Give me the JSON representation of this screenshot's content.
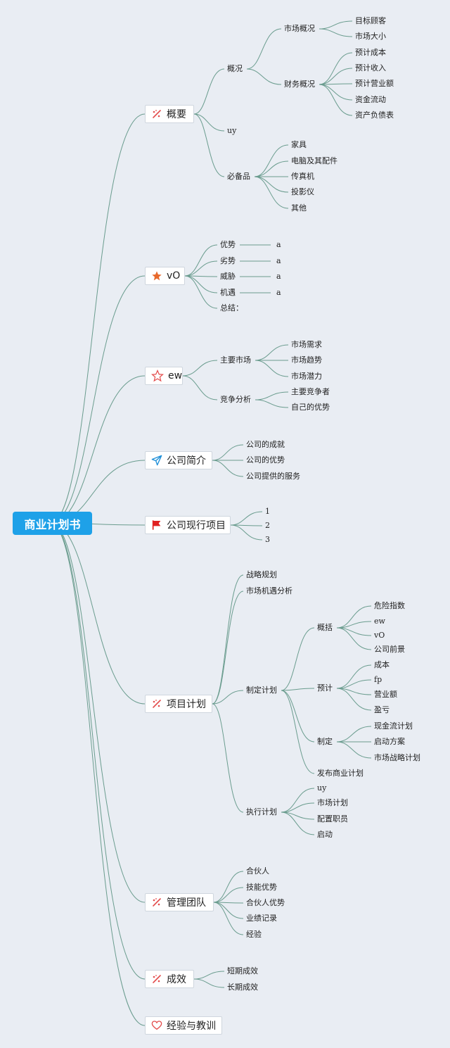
{
  "root": "商业计划书",
  "branches": [
    {
      "label": "概要",
      "icon": "sparkle-icon",
      "children": [
        {
          "label": "概况",
          "children": [
            {
              "label": "市场概况",
              "children": [
                {
                  "label": "目标顾客"
                },
                {
                  "label": "市场大小"
                }
              ]
            },
            {
              "label": "财务概况",
              "children": [
                {
                  "label": "预计成本"
                },
                {
                  "label": "预计收入"
                },
                {
                  "label": "预计营业额"
                },
                {
                  "label": "资金流动"
                },
                {
                  "label": "资产负债表"
                }
              ]
            }
          ]
        },
        {
          "label": "uy"
        },
        {
          "label": "必备品",
          "children": [
            {
              "label": "家具"
            },
            {
              "label": "电脑及其配件"
            },
            {
              "label": "传真机"
            },
            {
              "label": "投影仪"
            },
            {
              "label": "其他"
            }
          ]
        }
      ]
    },
    {
      "label": "vO",
      "icon": "star-filled-icon",
      "children": [
        {
          "label": "优势",
          "children": [
            {
              "label": "a"
            }
          ]
        },
        {
          "label": "劣势",
          "children": [
            {
              "label": "a"
            }
          ]
        },
        {
          "label": "威胁",
          "children": [
            {
              "label": "a"
            }
          ]
        },
        {
          "label": "机遇",
          "children": [
            {
              "label": "a"
            }
          ]
        },
        {
          "label": "总结："
        }
      ]
    },
    {
      "label": "ew",
      "icon": "star-outline-icon",
      "children": [
        {
          "label": "主要市场",
          "children": [
            {
              "label": "市场需求"
            },
            {
              "label": "市场趋势"
            },
            {
              "label": "市场潜力"
            }
          ]
        },
        {
          "label": "竞争分析",
          "children": [
            {
              "label": "主要竞争者"
            },
            {
              "label": "自己的优势"
            }
          ]
        }
      ]
    },
    {
      "label": "公司简介",
      "icon": "paper-plane-icon",
      "children": [
        {
          "label": "公司的成就"
        },
        {
          "label": "公司的优势"
        },
        {
          "label": "公司提供的服务"
        }
      ]
    },
    {
      "label": "公司现行项目",
      "icon": "flag-icon",
      "children": [
        {
          "label": "1"
        },
        {
          "label": "2"
        },
        {
          "label": "3"
        }
      ]
    },
    {
      "label": "项目计划",
      "icon": "sparkle-icon",
      "children": [
        {
          "label": "战略规划"
        },
        {
          "label": "市场机遇分析"
        },
        {
          "label": "制定计划",
          "children": [
            {
              "label": "概括",
              "children": [
                {
                  "label": "危险指数"
                },
                {
                  "label": "ew"
                },
                {
                  "label": "vO"
                },
                {
                  "label": "公司前景"
                }
              ]
            },
            {
              "label": "预计",
              "children": [
                {
                  "label": "成本"
                },
                {
                  "label": "fp"
                },
                {
                  "label": "营业额"
                },
                {
                  "label": "盈亏"
                }
              ]
            },
            {
              "label": "制定",
              "children": [
                {
                  "label": "现金流计划"
                },
                {
                  "label": "启动方案"
                },
                {
                  "label": "市场战略计划"
                }
              ]
            },
            {
              "label": "发布商业计划"
            }
          ]
        },
        {
          "label": "执行计划",
          "children": [
            {
              "label": "uy"
            },
            {
              "label": "市场计划"
            },
            {
              "label": "配置职员"
            },
            {
              "label": "启动"
            }
          ]
        }
      ]
    },
    {
      "label": "管理团队",
      "icon": "sparkle-icon",
      "children": [
        {
          "label": "合伙人"
        },
        {
          "label": "技能优势"
        },
        {
          "label": "合伙人优势"
        },
        {
          "label": "业绩记录"
        },
        {
          "label": "经验"
        }
      ]
    },
    {
      "label": "成效",
      "icon": "sparkle-icon",
      "children": [
        {
          "label": "短期成效"
        },
        {
          "label": "长期成效"
        }
      ]
    },
    {
      "label": "经验与教训",
      "icon": "heart-outline-icon",
      "children": []
    }
  ],
  "colors": {
    "root": "#1ea1e8",
    "link": "#6a9c8e",
    "background": "#e9edf3"
  }
}
